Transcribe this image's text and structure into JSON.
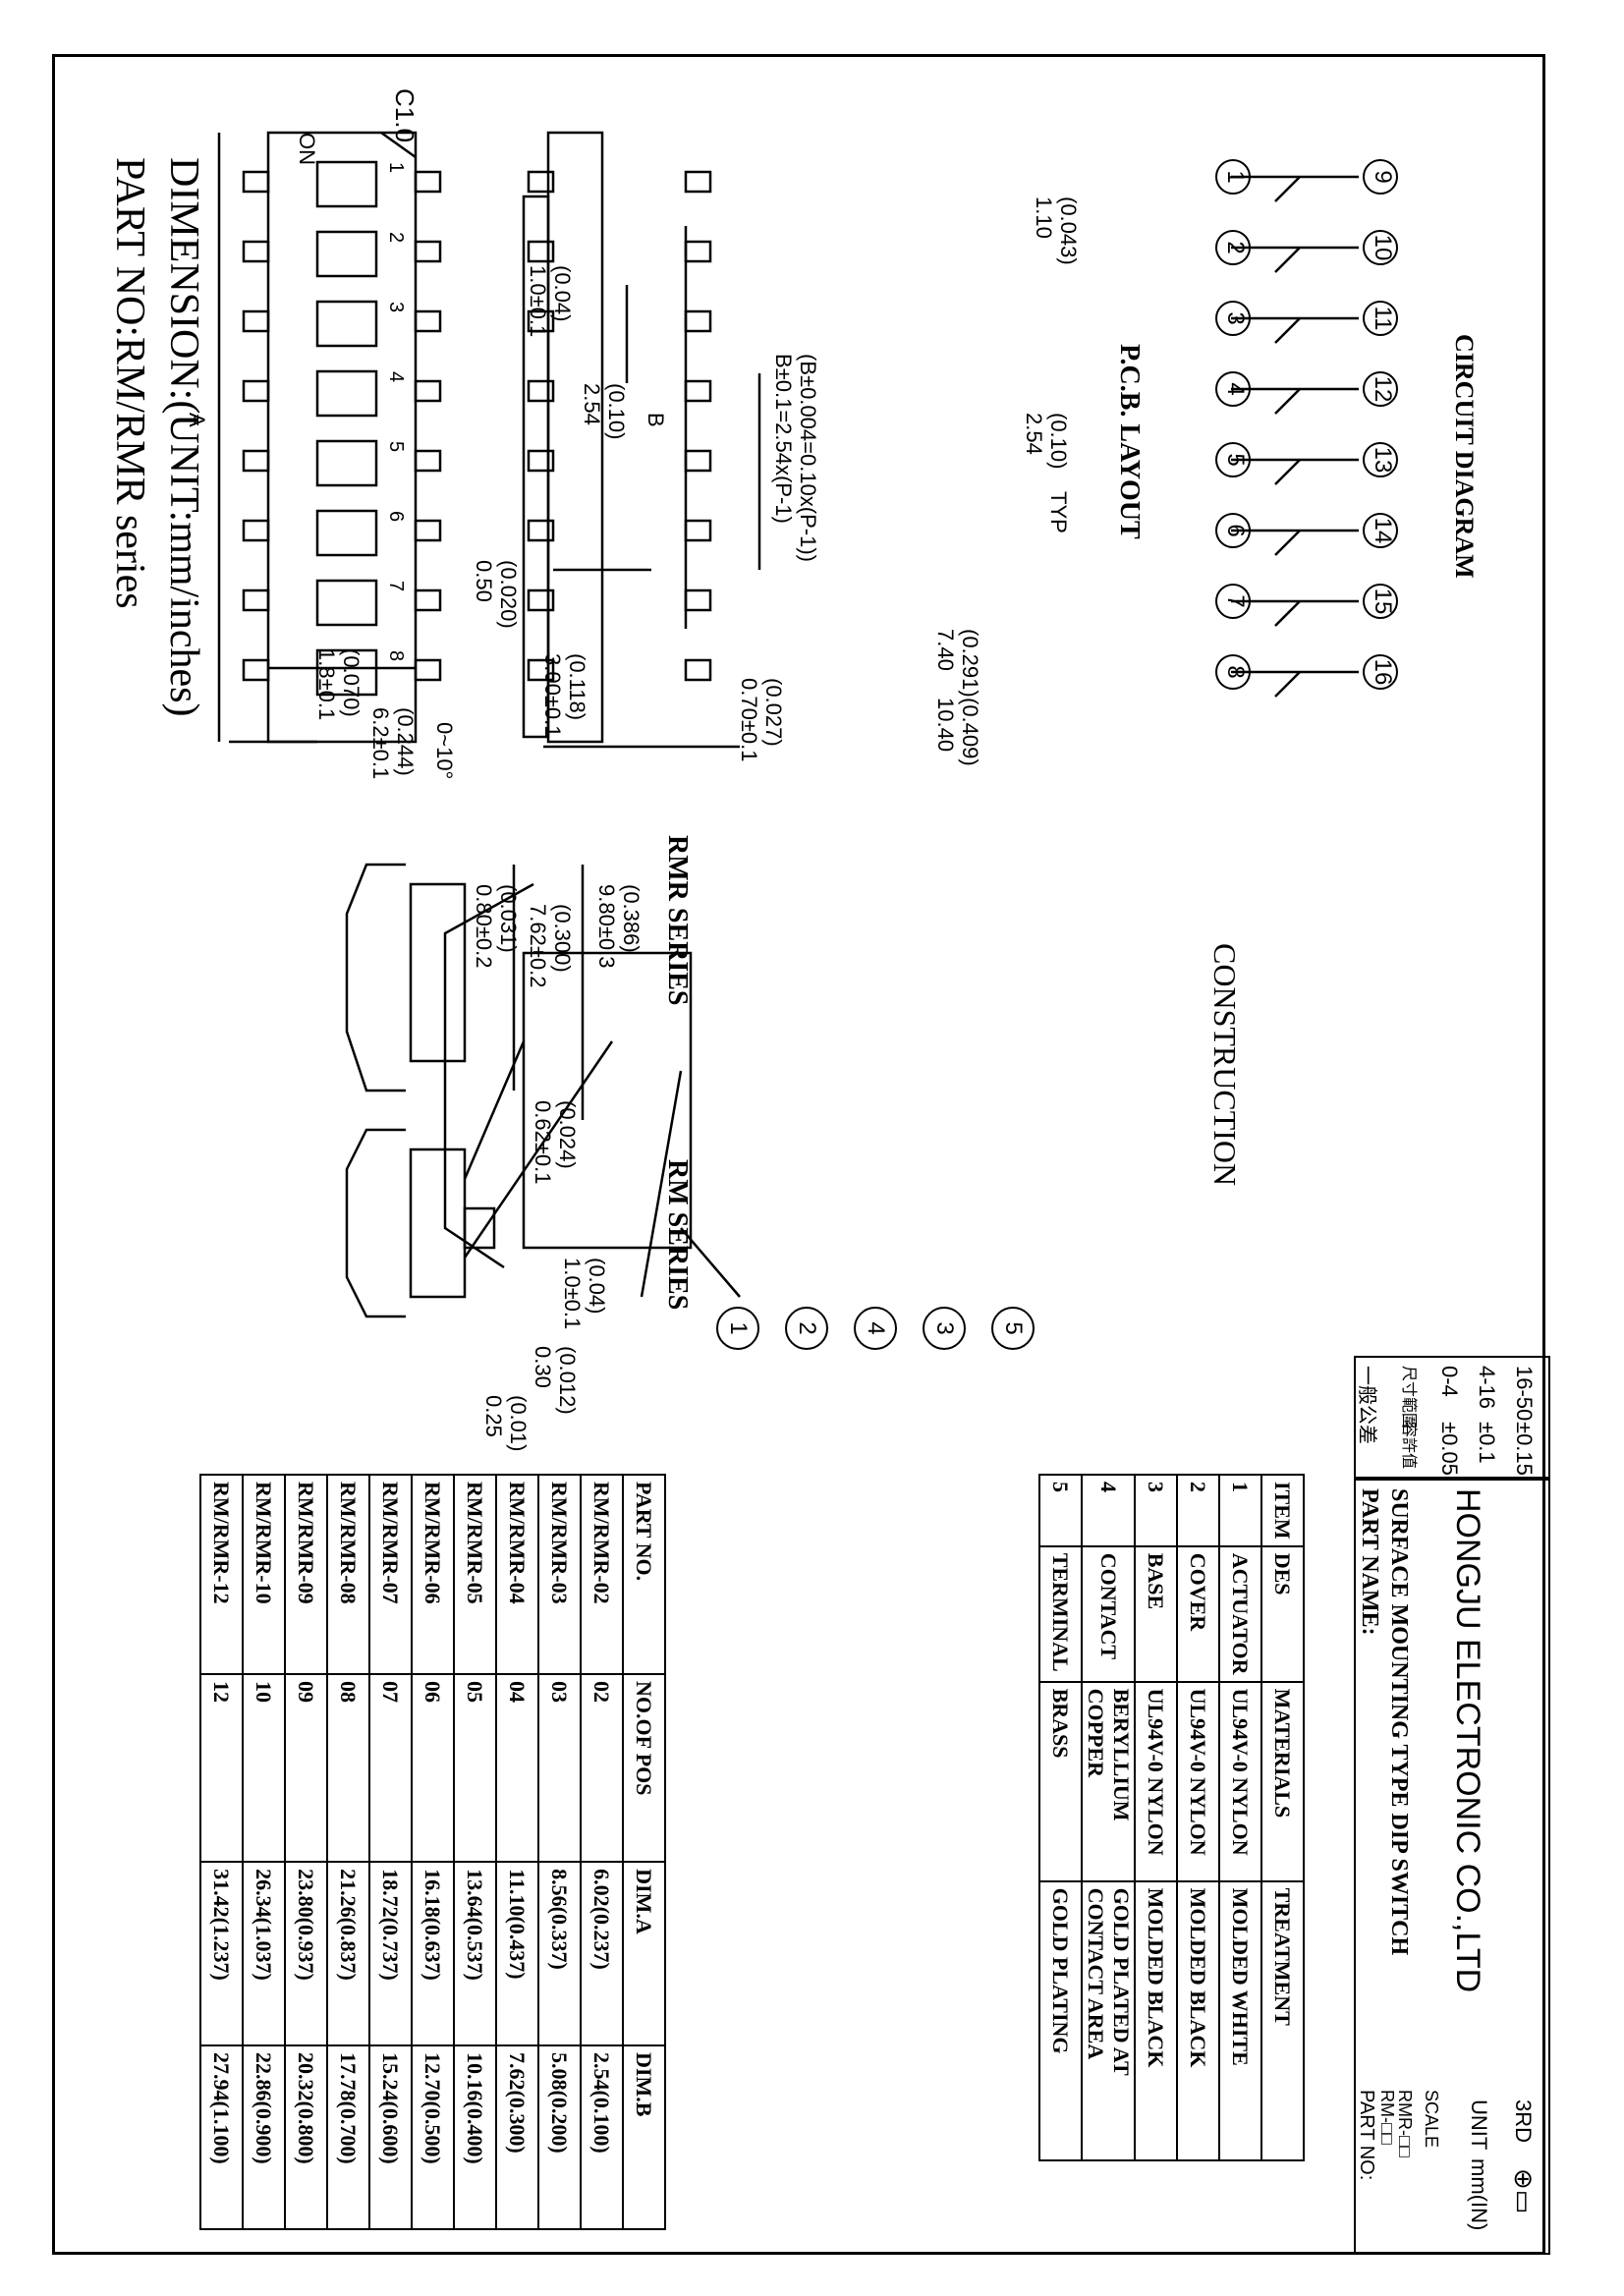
{
  "header": {
    "part_no": "PART NO:RM/RMR series",
    "dimension": "DIMENSION:(UNIT:mm/inches)"
  },
  "top_view": {
    "switch_on": "ON",
    "positions": [
      "1",
      "2",
      "3",
      "4",
      "5",
      "6",
      "7",
      "8"
    ],
    "c10": "C1.0",
    "dim_a": "A",
    "dim_b": "B",
    "pitch": "2.54",
    "pitch_in": "(0.10)",
    "lead_w": "0.50",
    "lead_w_in": "(0.020)",
    "lead_len": "1.0±0.1",
    "lead_len_in": "(0.04)",
    "body_top": "1.8±0.1",
    "body_top_in": "(0.070)",
    "body_w": "6.2±0.1",
    "body_w_in": "(0.244)",
    "foot": "3.00±0.1",
    "foot_in": "(0.118)",
    "edge": "0.70±0.1",
    "edge_in": "(0.027)",
    "b_formula": "B±0.1=2.54x(P-1)",
    "b_formula_in": "(B±0.004=0.10x(P-1))"
  },
  "pcb": {
    "title": "P.C.B. LAYOUT",
    "pad_w": "1.10",
    "pad_w_in": "(0.043)",
    "pitch": "2.54",
    "pitch_in": "(0.10)",
    "typ": "TYP",
    "inner": "7.40",
    "inner_in": "(0.291)",
    "outer": "10.40",
    "outer_in": "(0.409)"
  },
  "circuit": {
    "title": "CIRCUIT DIAGRAM",
    "top_nums": [
      "1",
      "2",
      "3",
      "4",
      "5",
      "6",
      "7",
      "8"
    ],
    "bottom_nums": [
      "9",
      "10",
      "11",
      "12",
      "13",
      "14",
      "15",
      "16"
    ]
  },
  "rmr": {
    "title": "RMR SERIES",
    "angle": "0~10°",
    "h1": "9.80±0.3",
    "h1_in": "(0.386)",
    "h2": "7.62±0.2",
    "h2_in": "(0.300)",
    "h3": "0.80±0.2",
    "h3_in": "(0.031)"
  },
  "rm": {
    "title": "RM SERIES",
    "d1": "0.62±0.1",
    "d1_in": "(0.024)",
    "d2": "1.0±0.1",
    "d2_in": "(0.04)",
    "d3": "0.30",
    "d3_in": "(0.012)",
    "d4": "0.25",
    "d4_in": "(0.01)"
  },
  "construction": {
    "title": "CONSTRUCTION",
    "callouts": [
      "1",
      "2",
      "4",
      "3",
      "5"
    ]
  },
  "part_table": {
    "headers": [
      "PART NO.",
      "NO.OF POS",
      "DIM.A",
      "DIM.B"
    ],
    "rows": [
      [
        "RM/RMR-02",
        "02",
        "6.02(0.237)",
        "2.54(0.100)"
      ],
      [
        "RM/RMR-03",
        "03",
        "8.56(0.337)",
        "5.08(0.200)"
      ],
      [
        "RM/RMR-04",
        "04",
        "11.10(0.437)",
        "7.62(0.300)"
      ],
      [
        "RM/RMR-05",
        "05",
        "13.64(0.537)",
        "10.16(0.400)"
      ],
      [
        "RM/RMR-06",
        "06",
        "16.18(0.637)",
        "12.70(0.500)"
      ],
      [
        "RM/RMR-07",
        "07",
        "18.72(0.737)",
        "15.24(0.600)"
      ],
      [
        "RM/RMR-08",
        "08",
        "21.26(0.837)",
        "17.78(0.700)"
      ],
      [
        "RM/RMR-09",
        "09",
        "23.80(0.937)",
        "20.32(0.800)"
      ],
      [
        "RM/RMR-10",
        "10",
        "26.34(1.037)",
        "22.86(0.900)"
      ],
      [
        "RM/RMR-12",
        "12",
        "31.42(1.237)",
        "27.94(1.100)"
      ]
    ]
  },
  "material_table": {
    "headers": [
      "ITEM",
      "DES",
      "MATERIALS",
      "TREATMENT"
    ],
    "rows": [
      [
        "1",
        "ACTUATOR",
        "UL94V-0 NYLON",
        "MOLDED WHITE"
      ],
      [
        "2",
        "COVER",
        "UL94V-0 NYLON",
        "MOLDED BLACK"
      ],
      [
        "3",
        "BASE",
        "UL94V-0 NYLON",
        "MOLDED BLACK"
      ],
      [
        "4",
        "CONTACT",
        "BERYLLIUM COPPER",
        "GOLD PLATED AT CONTACT AREA"
      ],
      [
        "5",
        "TERMINAL",
        "BRASS",
        "GOLD PLATING"
      ]
    ]
  },
  "tolerance": {
    "title": "一般公差",
    "col1": "尺寸範圍",
    "col2": "容許值",
    "rows": [
      [
        "0-4",
        "±0.05"
      ],
      [
        "4-16",
        "±0.1"
      ],
      [
        "16-50",
        "±0.15"
      ]
    ]
  },
  "title_block": {
    "part_name_label": "PART NAME:",
    "part_name": "SURFACE MOUNTING TYPE DIP SWITCH",
    "company": "HONGJU ELECTRONIC CO.,LTD",
    "part_no_label": "PART NO:",
    "part_no_1": "RM-□□",
    "part_no_2": "RMR-□□",
    "scale_label": "SCALE",
    "unit_label": "UNIT",
    "unit_value": "mm(IN)",
    "angle_label": "3RD"
  }
}
